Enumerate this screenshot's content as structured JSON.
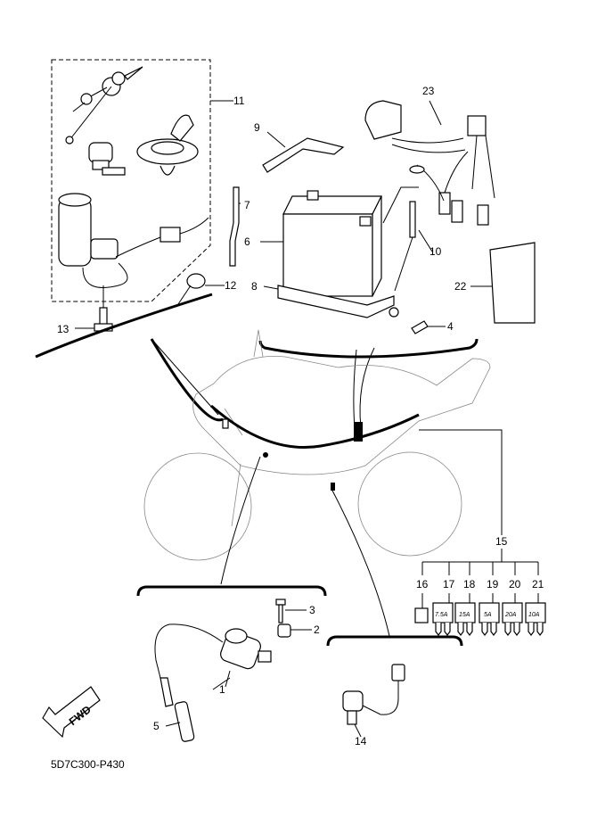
{
  "diagram_code": "5D7C300-P430",
  "fwd_label": "FWD",
  "callouts": {
    "p1": "1",
    "p2": "2",
    "p3": "3",
    "p4": "4",
    "p5": "5",
    "p6": "6",
    "p7": "7",
    "p8": "8",
    "p9": "9",
    "p10": "10",
    "p11": "11",
    "p12": "12",
    "p13": "13",
    "p14": "14",
    "p15": "15",
    "p16": "16",
    "p17": "17",
    "p18": "18",
    "p19": "19",
    "p20": "20",
    "p21": "21",
    "p22": "22",
    "p23": "23"
  },
  "fuse_ratings": {
    "f17": "7.5A",
    "f18": "15A",
    "f19": "5A",
    "f20": "20A",
    "f21": "10A"
  }
}
